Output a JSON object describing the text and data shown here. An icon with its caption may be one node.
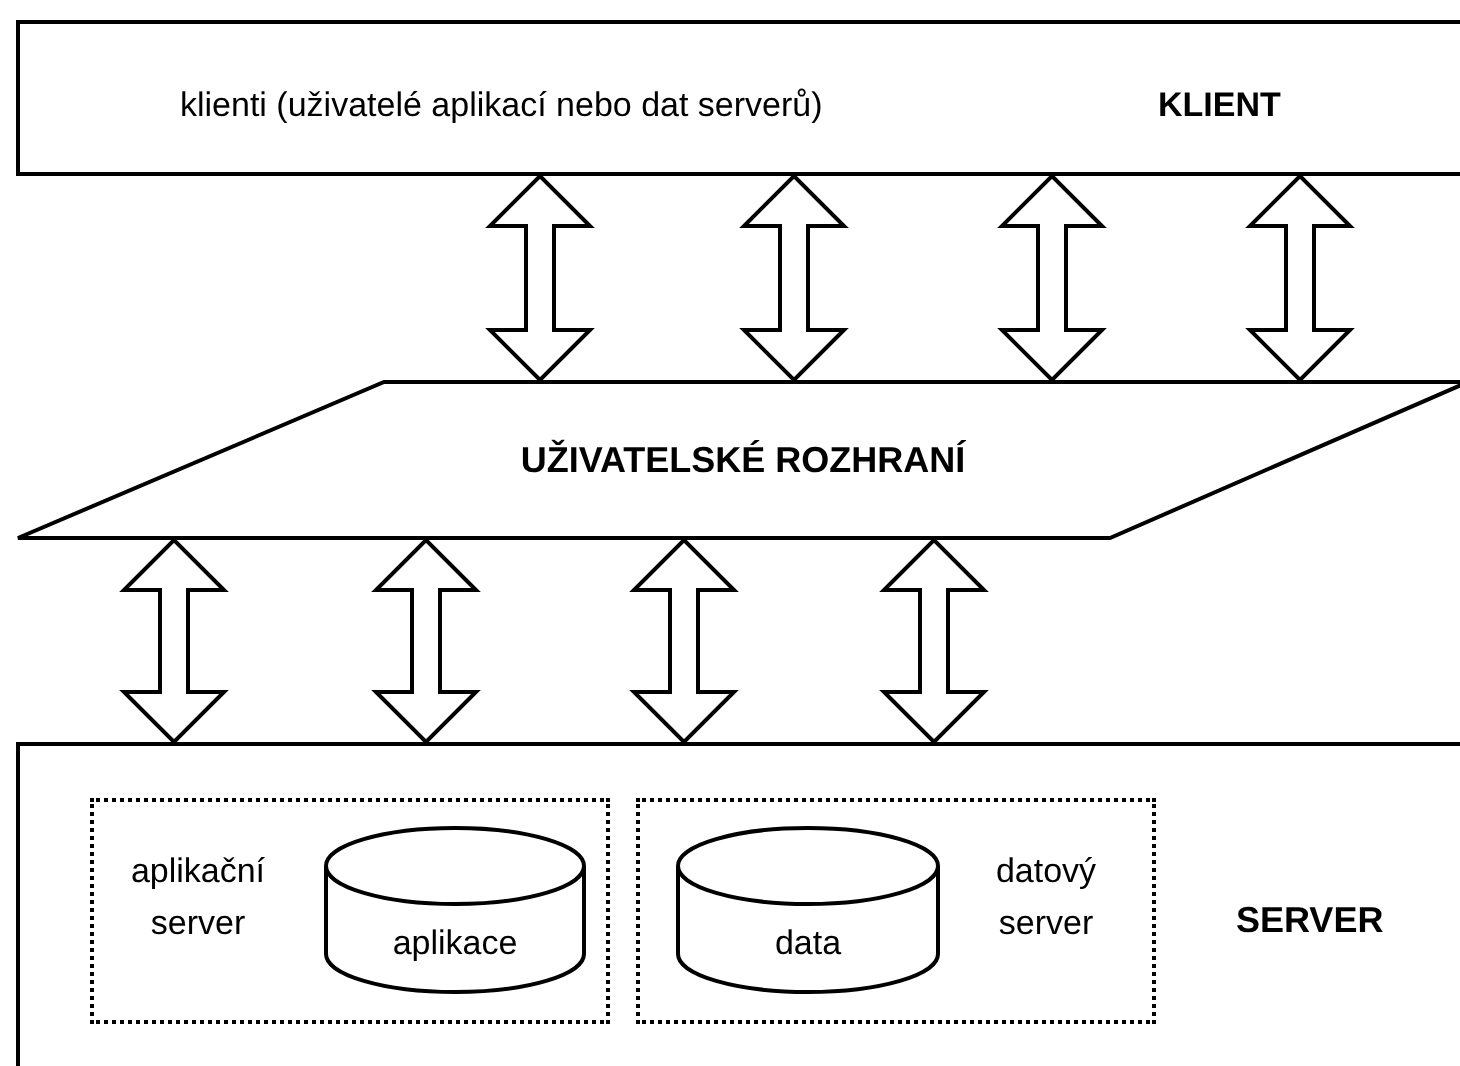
{
  "diagram": {
    "nodes": [
      {
        "text": [
          "klienti (uživatelé aplikací nebo dat serverů)",
          "KLIENT"
        ]
      },
      {
        "text": [
          "UŽIVATELSKÉ ROZHRANÍ"
        ]
      },
      {
        "text": [
          "SERVER"
        ]
      },
      {
        "text": [
          "aplikační server"
        ],
        "in": 2
      },
      {
        "text": [
          "aplikace"
        ],
        "in": 3
      },
      {
        "text": [
          "datový server"
        ],
        "in": 2
      },
      {
        "text": [
          "data"
        ],
        "in": 5
      }
    ],
    "edges": [
      {
        "from": 0,
        "to": 1,
        "arrow": "both"
      },
      {
        "from": 0,
        "to": 1,
        "arrow": "both"
      },
      {
        "from": 0,
        "to": 1,
        "arrow": "both"
      },
      {
        "from": 0,
        "to": 1,
        "arrow": "both"
      },
      {
        "from": 1,
        "to": 2,
        "arrow": "both"
      },
      {
        "from": 1,
        "to": 2,
        "arrow": "both"
      },
      {
        "from": 1,
        "to": 2,
        "arrow": "both"
      },
      {
        "from": 1,
        "to": 2,
        "arrow": "both"
      }
    ]
  }
}
